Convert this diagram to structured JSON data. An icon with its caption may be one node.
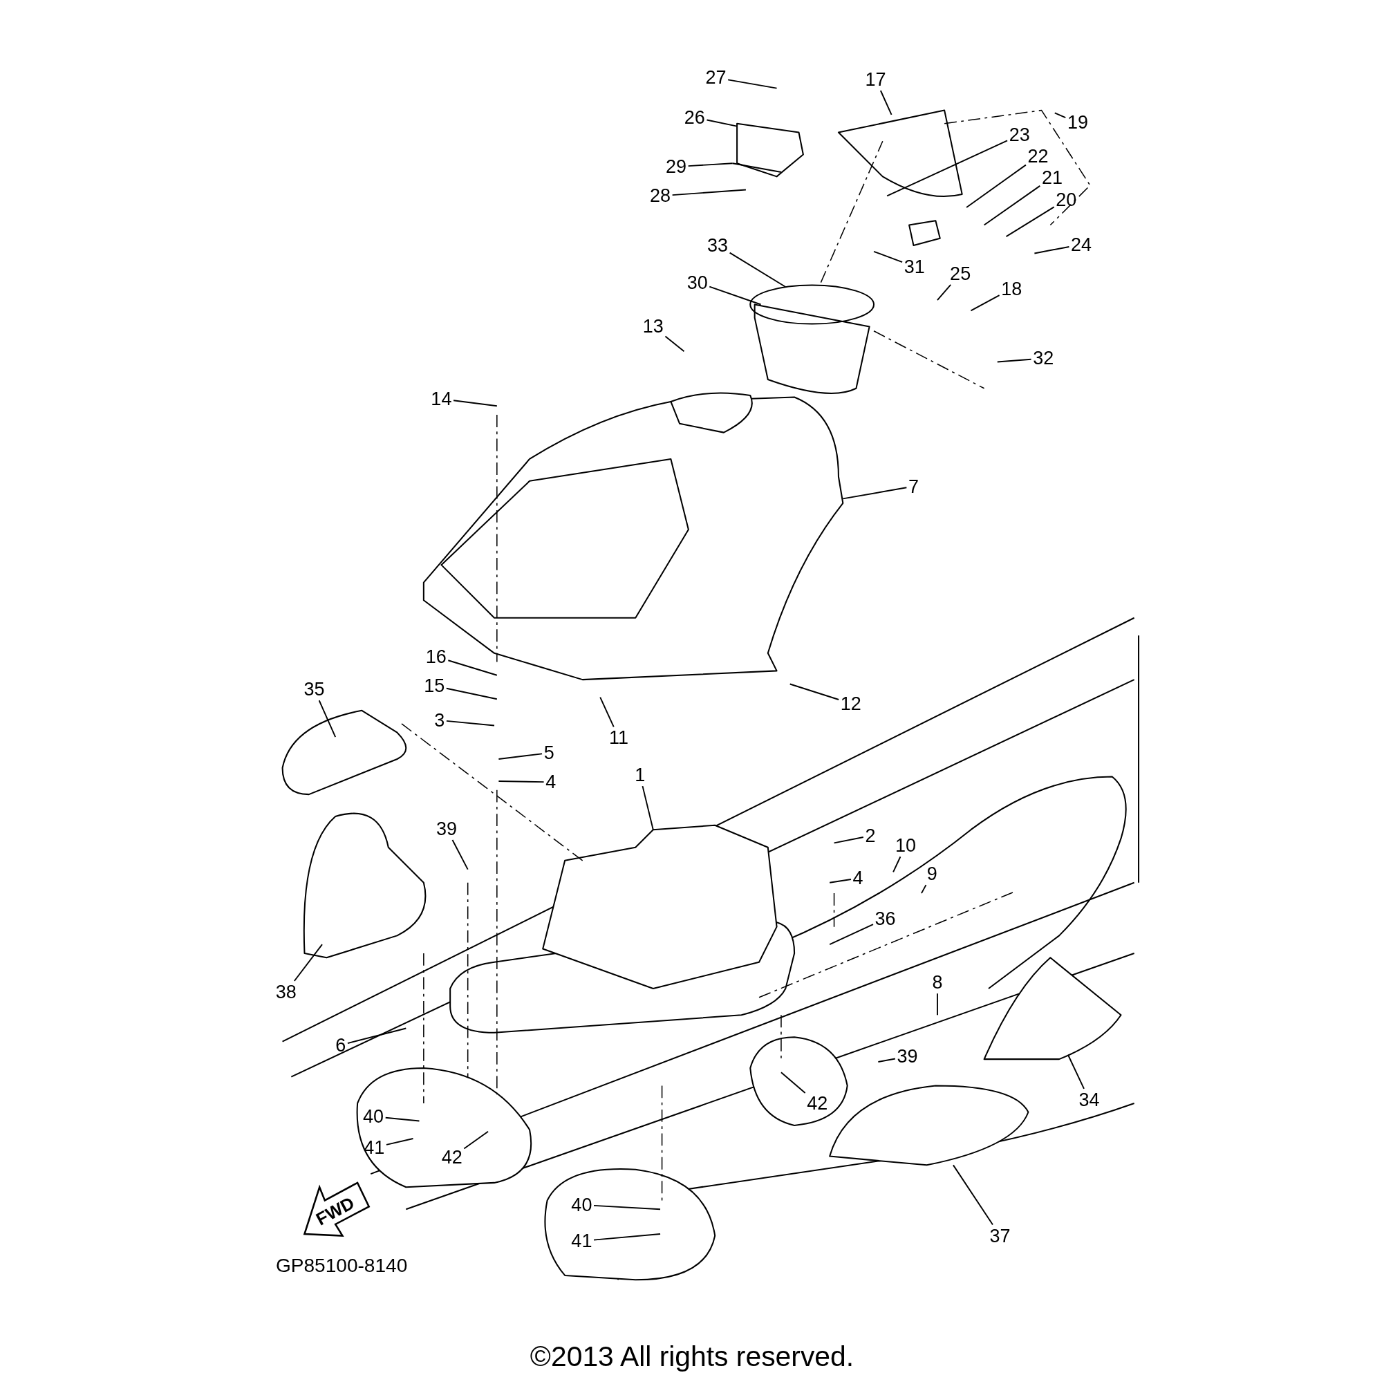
{
  "diagram": {
    "caption": "©2013 All rights reserved.",
    "nodes": [
      {
        "text": [
          "27"
        ]
      },
      {
        "text": [
          "26"
        ]
      },
      {
        "text": [
          "17"
        ]
      },
      {
        "text": [
          "23"
        ]
      },
      {
        "text": [
          "19"
        ]
      },
      {
        "text": [
          "22"
        ]
      },
      {
        "text": [
          "21"
        ]
      },
      {
        "text": [
          "20"
        ]
      },
      {
        "text": [
          "24"
        ]
      },
      {
        "text": [
          "29"
        ]
      },
      {
        "text": [
          "28"
        ]
      },
      {
        "text": [
          "33"
        ]
      },
      {
        "text": [
          "31"
        ]
      },
      {
        "text": [
          "30"
        ]
      },
      {
        "text": [
          "25"
        ]
      },
      {
        "text": [
          "18"
        ]
      },
      {
        "text": [
          "13"
        ]
      },
      {
        "text": [
          "32"
        ]
      },
      {
        "text": [
          "14"
        ]
      },
      {
        "text": [
          "7"
        ]
      },
      {
        "text": [
          "16"
        ]
      },
      {
        "text": [
          "15"
        ]
      },
      {
        "text": [
          "35"
        ]
      },
      {
        "text": [
          "12"
        ]
      },
      {
        "text": [
          "11"
        ]
      },
      {
        "text": [
          "3"
        ]
      },
      {
        "text": [
          "5"
        ]
      },
      {
        "text": [
          "4"
        ]
      },
      {
        "text": [
          "1"
        ]
      },
      {
        "text": [
          "39"
        ]
      },
      {
        "text": [
          "2"
        ]
      },
      {
        "text": [
          "10"
        ]
      },
      {
        "text": [
          "9"
        ]
      },
      {
        "text": [
          "4"
        ]
      },
      {
        "text": [
          "36"
        ]
      },
      {
        "text": [
          "38"
        ]
      },
      {
        "text": [
          "8"
        ]
      },
      {
        "text": [
          "6"
        ]
      },
      {
        "text": [
          "39"
        ]
      },
      {
        "text": [
          "34"
        ]
      },
      {
        "text": [
          "42"
        ]
      },
      {
        "text": [
          "40"
        ]
      },
      {
        "text": [
          "41"
        ]
      },
      {
        "text": [
          "42"
        ]
      },
      {
        "text": [
          "37"
        ]
      },
      {
        "text": [
          "40"
        ]
      },
      {
        "text": [
          "41"
        ]
      }
    ],
    "edges": [
      {
        "from": 0,
        "to": null,
        "arrow": "none"
      },
      {
        "from": 1,
        "to": null,
        "arrow": "none"
      },
      {
        "from": 2,
        "to": null,
        "arrow": "none"
      },
      {
        "from": 3,
        "to": null,
        "arrow": "none"
      },
      {
        "from": 4,
        "to": null,
        "arrow": "none"
      },
      {
        "from": 5,
        "to": null,
        "arrow": "none"
      },
      {
        "from": 6,
        "to": null,
        "arrow": "none"
      },
      {
        "from": 7,
        "to": null,
        "arrow": "none"
      },
      {
        "from": 8,
        "to": null,
        "arrow": "none"
      },
      {
        "from": 9,
        "to": null,
        "arrow": "none"
      },
      {
        "from": 10,
        "to": null,
        "arrow": "none"
      },
      {
        "from": 11,
        "to": null,
        "arrow": "none"
      },
      {
        "from": 12,
        "to": null,
        "arrow": "none"
      },
      {
        "from": 13,
        "to": null,
        "arrow": "none"
      },
      {
        "from": 14,
        "to": null,
        "arrow": "none"
      },
      {
        "from": 15,
        "to": null,
        "arrow": "none"
      },
      {
        "from": 16,
        "to": null,
        "arrow": "none"
      },
      {
        "from": 17,
        "to": null,
        "arrow": "none"
      },
      {
        "from": 18,
        "to": null,
        "arrow": "none"
      },
      {
        "from": 19,
        "to": null,
        "arrow": "none"
      },
      {
        "from": 20,
        "to": null,
        "arrow": "none"
      },
      {
        "from": 21,
        "to": null,
        "arrow": "none"
      },
      {
        "from": 22,
        "to": null,
        "arrow": "none"
      },
      {
        "from": 23,
        "to": null,
        "arrow": "none"
      },
      {
        "from": 24,
        "to": null,
        "arrow": "none"
      },
      {
        "from": 25,
        "to": null,
        "arrow": "none"
      },
      {
        "from": 26,
        "to": null,
        "arrow": "none"
      },
      {
        "from": 27,
        "to": null,
        "arrow": "none"
      },
      {
        "from": 28,
        "to": null,
        "arrow": "none"
      },
      {
        "from": 29,
        "to": null,
        "arrow": "none"
      },
      {
        "from": 30,
        "to": null,
        "arrow": "none"
      },
      {
        "from": 31,
        "to": null,
        "arrow": "none"
      },
      {
        "from": 32,
        "to": null,
        "arrow": "none"
      },
      {
        "from": 33,
        "to": null,
        "arrow": "none"
      },
      {
        "from": 34,
        "to": null,
        "arrow": "none"
      },
      {
        "from": 35,
        "to": null,
        "arrow": "none"
      },
      {
        "from": 36,
        "to": null,
        "arrow": "none"
      },
      {
        "from": 37,
        "to": null,
        "arrow": "none"
      },
      {
        "from": 38,
        "to": null,
        "arrow": "none"
      },
      {
        "from": 39,
        "to": null,
        "arrow": "none"
      },
      {
        "from": 40,
        "to": null,
        "arrow": "none"
      },
      {
        "from": 41,
        "to": null,
        "arrow": "none"
      },
      {
        "from": 42,
        "to": null,
        "arrow": "none"
      },
      {
        "from": 43,
        "to": null,
        "arrow": "none"
      },
      {
        "from": 44,
        "to": null,
        "arrow": "none"
      },
      {
        "from": 45,
        "to": null,
        "arrow": "none"
      },
      {
        "from": 46,
        "to": null,
        "arrow": "none"
      }
    ],
    "labels": [
      "FWD",
      "GP85100-8140"
    ]
  }
}
